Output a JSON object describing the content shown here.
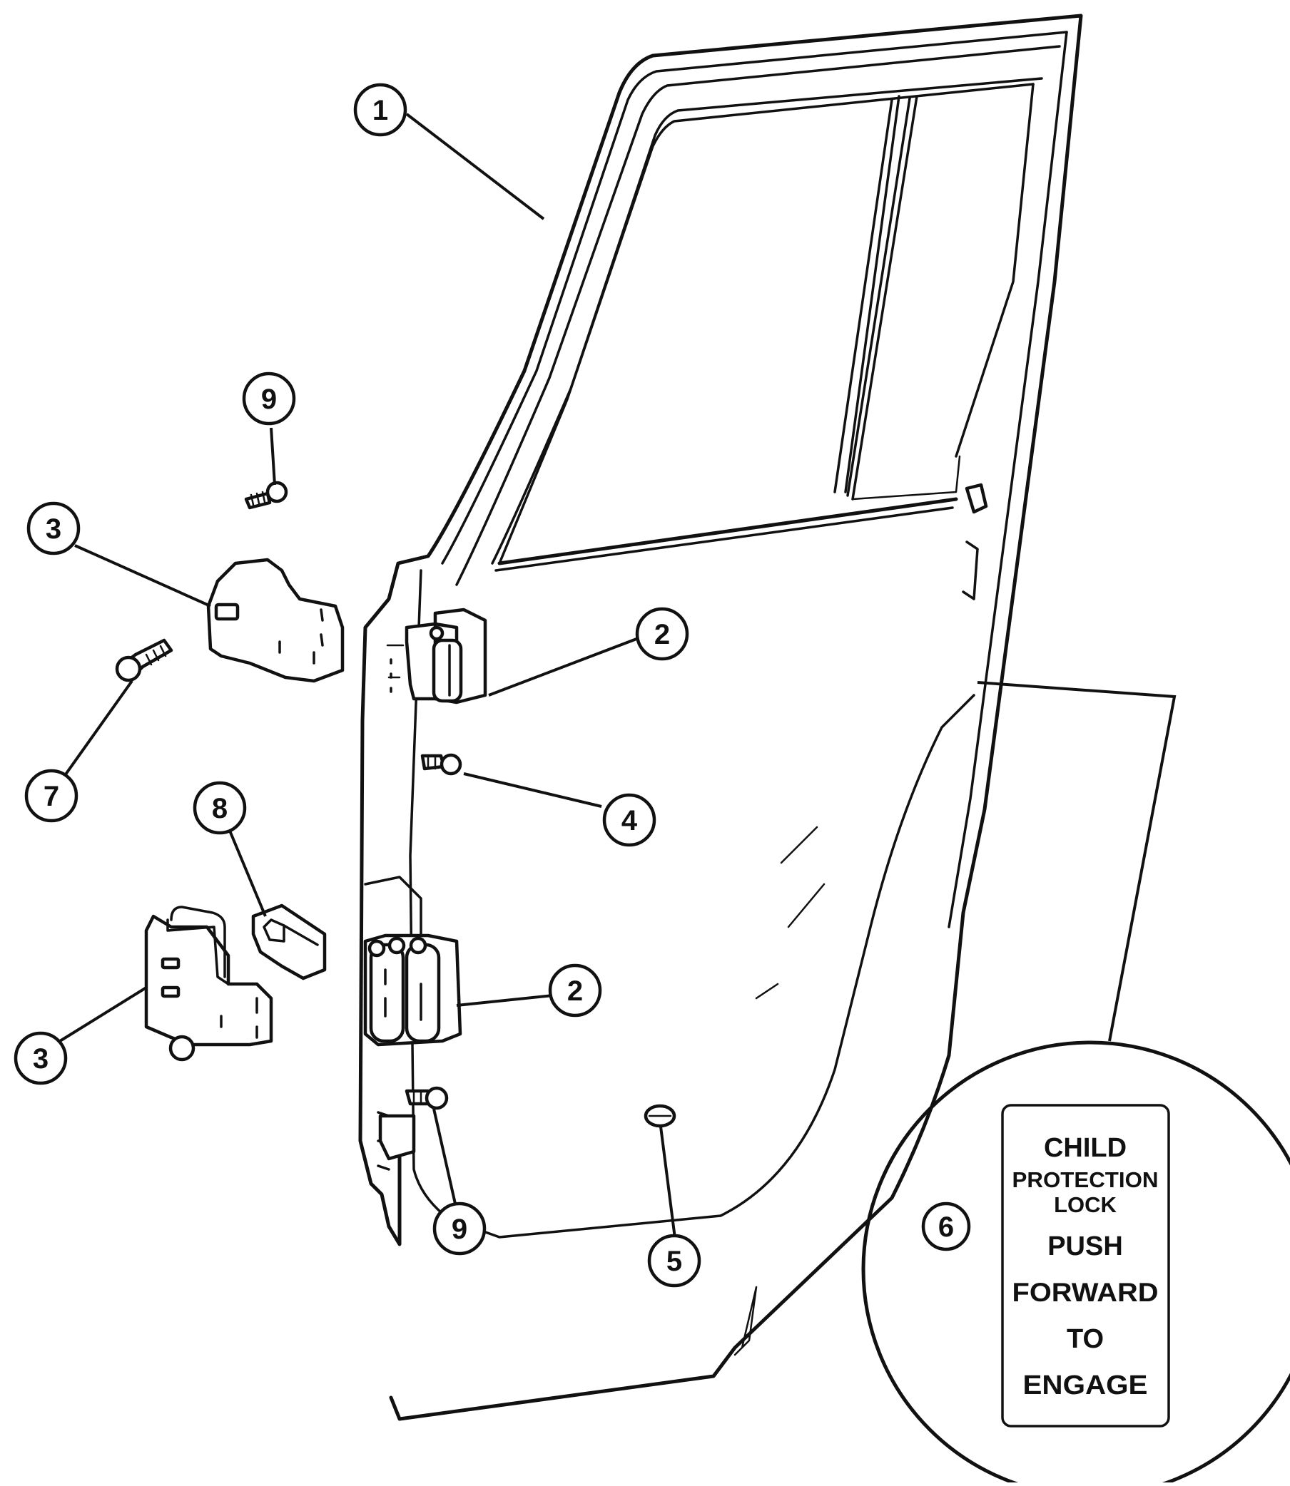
{
  "callouts": [
    {
      "id": "c1",
      "number": "1",
      "part": "door"
    },
    {
      "id": "c2a",
      "number": "2",
      "part": "upper-hinge"
    },
    {
      "id": "c2b",
      "number": "2",
      "part": "lower-hinge"
    },
    {
      "id": "c3a",
      "number": "3",
      "part": "upper-hinge-half"
    },
    {
      "id": "c3b",
      "number": "3",
      "part": "lower-hinge-half"
    },
    {
      "id": "c4",
      "number": "4",
      "part": "bolt"
    },
    {
      "id": "c5",
      "number": "5",
      "part": "plug"
    },
    {
      "id": "c6",
      "number": "6",
      "part": "child-lock-label"
    },
    {
      "id": "c7",
      "number": "7",
      "part": "hinge-bolt"
    },
    {
      "id": "c8",
      "number": "8",
      "part": "check-strap"
    },
    {
      "id": "c9a",
      "number": "9",
      "part": "upper-screw"
    },
    {
      "id": "c9b",
      "number": "9",
      "part": "lower-screw"
    }
  ],
  "label": {
    "line1": "CHILD",
    "line2": "PROTECTION",
    "line3": "LOCK",
    "line4": "PUSH",
    "line5": "FORWARD",
    "line6": "TO",
    "line7": "ENGAGE"
  }
}
